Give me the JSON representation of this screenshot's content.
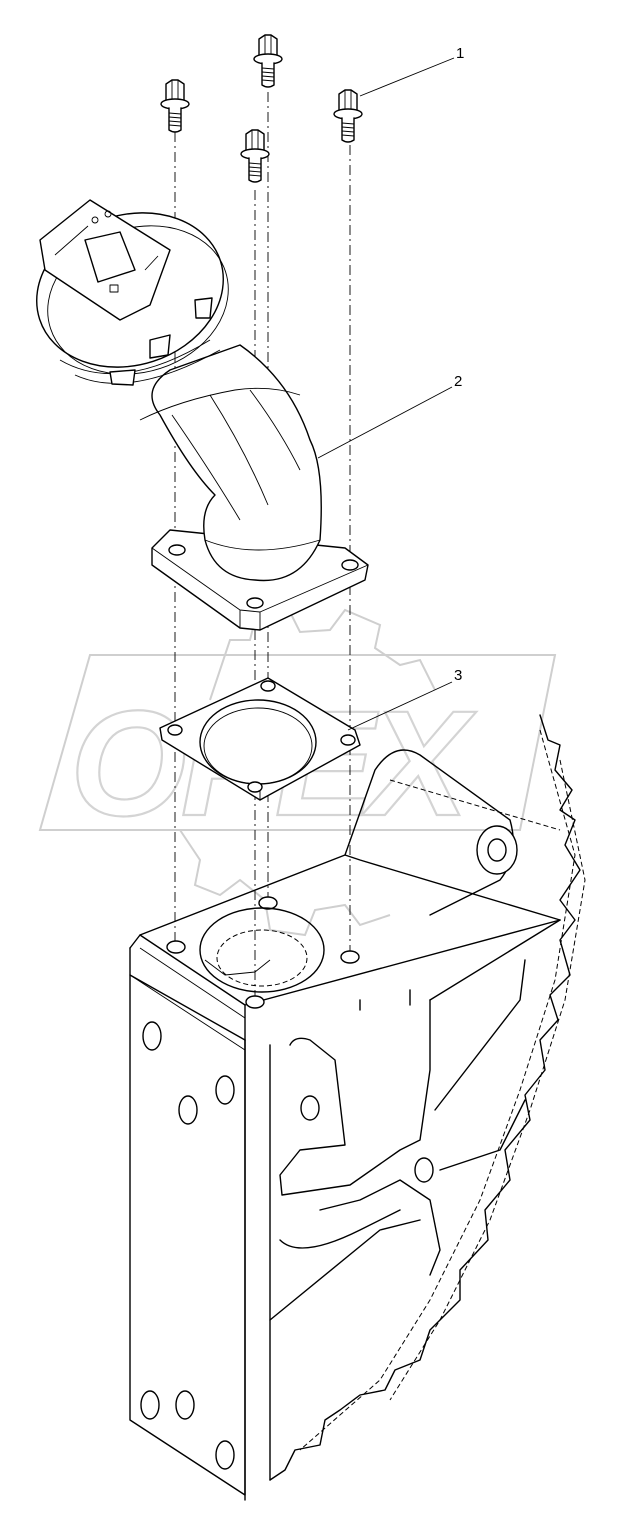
{
  "drawing": {
    "callouts": [
      {
        "number": "1",
        "part": "bolt"
      },
      {
        "number": "2",
        "part": "intake-elbow"
      },
      {
        "number": "3",
        "part": "gasket"
      }
    ],
    "corner_code": "",
    "watermark_text": "OPEX",
    "colors": {
      "line": "#000000",
      "watermark": "#cfcfcf",
      "background": "#ffffff"
    }
  }
}
